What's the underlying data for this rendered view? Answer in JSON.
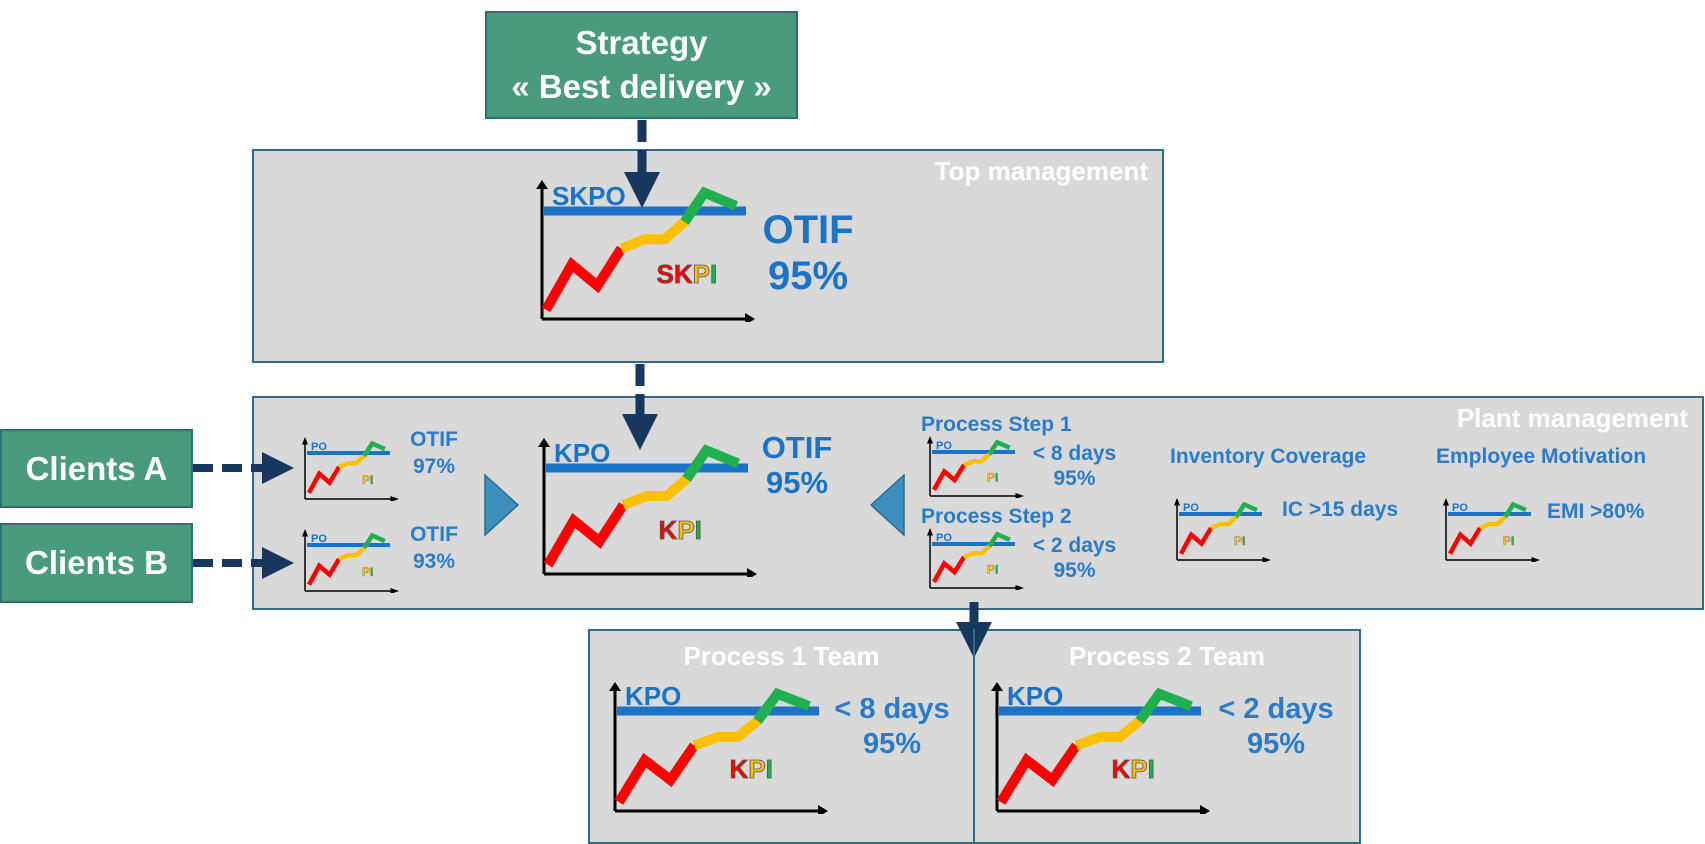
{
  "colors": {
    "strategy_green": "#4a9a7e",
    "panel_grey": "#d9d9d9",
    "panel_border": "#2f6c86",
    "objective_blue": "#1a73c6",
    "text_blue": "#2a7cc8",
    "arrow_navy": "#17375e",
    "line_red": "#ff0000",
    "line_yellow": "#ffc000",
    "line_green": "#20b050",
    "triangle_blue": "#3c8fbf"
  },
  "strategy": {
    "line1": "Strategy",
    "line2": "« Best delivery »"
  },
  "top_management": {
    "label": "Top management",
    "objective": "SKPO",
    "kpi_letters": [
      "S",
      "K",
      "P",
      "I"
    ],
    "metric": "OTIF",
    "value": "95%"
  },
  "plant_management": {
    "label": "Plant management",
    "clients": [
      {
        "name": "Clients A",
        "metric": "OTIF",
        "value": "97%",
        "objective": "PO",
        "kpi": [
          "P",
          "I"
        ]
      },
      {
        "name": "Clients B",
        "metric": "OTIF",
        "value": "93%",
        "objective": "PO",
        "kpi": [
          "P",
          "I"
        ]
      }
    ],
    "central": {
      "objective": "KPO",
      "kpi_letters": [
        "K",
        "P",
        "I"
      ],
      "metric": "OTIF",
      "value": "95%"
    },
    "process_steps": [
      {
        "title": "Process Step 1",
        "target": "< 8 days",
        "value": "95%",
        "objective": "PO",
        "kpi": [
          "P",
          "I"
        ]
      },
      {
        "title": "Process Step 2",
        "target": "< 2 days",
        "value": "95%",
        "objective": "PO",
        "kpi": [
          "P",
          "I"
        ]
      }
    ],
    "inventory": {
      "title": "Inventory Coverage",
      "target": "IC >15 days",
      "objective": "PO",
      "kpi": [
        "P",
        "I"
      ]
    },
    "motivation": {
      "title": "Employee Motivation",
      "target": "EMI >80%",
      "objective": "PO",
      "kpi": [
        "P",
        "I"
      ]
    }
  },
  "teams": [
    {
      "label": "Process 1 Team",
      "objective": "KPO",
      "kpi_letters": [
        "K",
        "P",
        "I"
      ],
      "target": "< 8 days",
      "value": "95%"
    },
    {
      "label": "Process 2 Team",
      "objective": "KPO",
      "kpi_letters": [
        "K",
        "P",
        "I"
      ],
      "target": "< 2 days",
      "value": "95%"
    }
  ]
}
